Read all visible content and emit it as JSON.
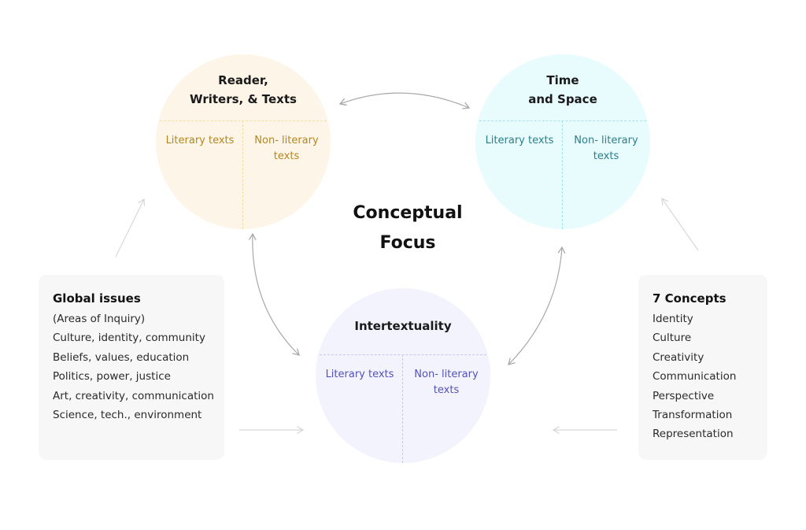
{
  "center": {
    "title_line1": "Conceptual",
    "title_line2": "Focus"
  },
  "circles": {
    "reader_writers_texts": {
      "title_line1": "Reader,",
      "title_line2": "Writers, & Texts",
      "left_cell": "Literary texts",
      "right_cell_line1": "Non- literary",
      "right_cell_line2": "texts",
      "color": "#b5861f",
      "fill": "#fdf6e8"
    },
    "time_space": {
      "title_line1": "Time",
      "title_line2": "and Space",
      "left_cell": "Literary texts",
      "right_cell_line1": "Non- literary",
      "right_cell_line2": "texts",
      "color": "#2a7f8c",
      "fill": "#e8fbfd"
    },
    "intertextuality": {
      "title": "Intertextuality",
      "left_cell": "Literary texts",
      "right_cell_line1": "Non- literary",
      "right_cell_line2": "texts",
      "color": "#5352b8",
      "fill": "#f3f3fe"
    }
  },
  "global_issues": {
    "title": "Global issues",
    "items": [
      "(Areas of Inquiry)",
      "Culture, identity, community",
      "Beliefs, values, education",
      "Politics, power, justice",
      "Art, creativity, communication",
      "Science, tech., environment"
    ]
  },
  "concepts": {
    "title": "7 Concepts",
    "items": [
      "Identity",
      "Culture",
      "Creativity",
      "Communication",
      "Perspective",
      "Transformation",
      "Representation"
    ]
  }
}
